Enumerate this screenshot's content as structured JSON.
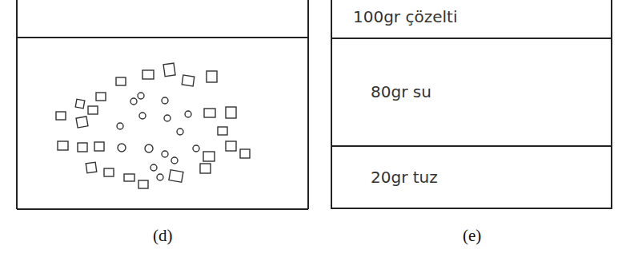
{
  "diagram": {
    "nodes": [
      {
        "text": [
          "100gr çözelti"
        ]
      },
      {
        "text": [
          "80gr su"
        ]
      },
      {
        "text": [
          "20gr tuz"
        ]
      }
    ],
    "labels": [
      "(d)",
      "(e)"
    ]
  }
}
